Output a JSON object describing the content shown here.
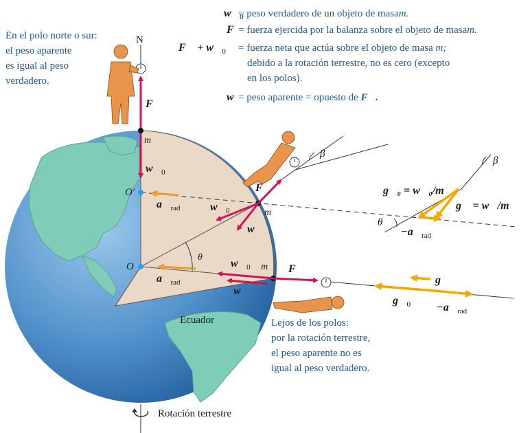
{
  "legend": {
    "w0_sym": "w⃗",
    "w0_sub": "0",
    "w0_text": "= peso verdadero de un objeto de masa",
    "m": "m.",
    "F_sym": "F⃗",
    "F_text": "= fuerza ejercida por la balanza sobre el objeto de masa",
    "F_m": "m.",
    "sum_lhs": "F⃗ + w⃗",
    "sum_sub": "0",
    "sum_text_1": "= fuerza neta que actúa sobre el objeto de masa",
    "sum_m": "m;",
    "sum_text_2": "debido a la rotación terrestre, no es cero (excepto",
    "sum_text_3": "en los polos).",
    "w_sym": "w⃗",
    "w_text": "= peso aparente = opuesto de",
    "w_F": "F⃗."
  },
  "notes": {
    "pole_1": "En el polo norte o sur:",
    "pole_2": "el peso aparente",
    "pole_3": "es igual al peso",
    "pole_4": "verdadero.",
    "far_1": "Lejos de los polos:",
    "far_2": "por la rotación terrestre,",
    "far_3": "el peso aparente no es",
    "far_4": "igual al peso verdadero."
  },
  "labels": {
    "N": "N",
    "O": "O",
    "O_prime": "O′",
    "m": "m",
    "theta": "θ",
    "beta": "β",
    "F": "F⃗",
    "w0": "w⃗",
    "w0_sub": "0",
    "w": "w⃗",
    "a": "a⃗",
    "a_sub": "rad",
    "neg_a": "−a⃗",
    "g": "g⃗",
    "g0": "g⃗",
    "g0_sub": "0",
    "g0_eq": "g⃗₀ = w⃗₀/m",
    "g_eq": "g⃗ = w⃗/m",
    "ecuador": "Ecuador",
    "rotacion": "Rotación terrestre"
  },
  "colors": {
    "ocean": "#4f8fc9",
    "land": "#7fcdb8",
    "cut": "#e9d9c6",
    "force_red": "#d1145a",
    "accel_orange": "#f09a2e",
    "g_orange": "#f5a800",
    "person": "#e8944a",
    "text_blue": "#1a5ca8"
  }
}
